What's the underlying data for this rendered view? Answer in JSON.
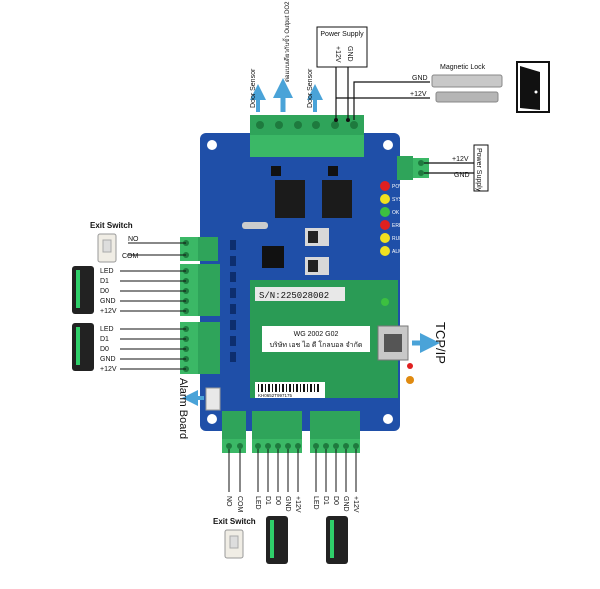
{
  "power_top": {
    "title": "Power Supply",
    "pins": [
      "+12V",
      "GND"
    ]
  },
  "power_right": {
    "title": "Power Supply",
    "pins": [
      "+12V",
      "GND"
    ]
  },
  "magnetic_lock": {
    "title": "Magnetic Lock",
    "gnd": "GND",
    "v12": "+12V"
  },
  "top_labels": {
    "door_sensor_1": "Door Sensor",
    "door_sensor_2": "Door Sensor",
    "output_do2": "ต่อแบบเดียวกับขั้ว Output DO2"
  },
  "exit_switch_left": {
    "title": "Exit Switch",
    "pins": [
      "NO",
      "COM"
    ]
  },
  "reader_1": {
    "pins": [
      "LED",
      "D1",
      "D0",
      "GND",
      "+12V"
    ]
  },
  "reader_2": {
    "pins": [
      "LED",
      "D1",
      "D0",
      "GND",
      "+12V"
    ]
  },
  "bottom": {
    "exit_switch_title": "Exit Switch",
    "exit_pins": [
      "NO",
      "COM"
    ],
    "reader_3_pins": [
      "LED",
      "D1",
      "D0",
      "GND",
      "+12V"
    ],
    "reader_4_pins": [
      "LED",
      "D1",
      "D0",
      "GND",
      "+12V"
    ]
  },
  "board": {
    "serial": "S/N:225028002",
    "model": "WG 2002 G02",
    "company": "บริษัท เอช ไอ ดี โกลบอล จำกัด",
    "barcode": "KH0652T997175",
    "leds": [
      "POWER",
      "SYS",
      "OK",
      "ERR",
      "RUN",
      "ALM"
    ]
  },
  "alarm_board": "Alarm Board",
  "tcpip": "TCP/IP",
  "colors": {
    "pcb": "#1f4fa8",
    "terminal": "#2fa45a",
    "arrow": "#4aa3d8"
  }
}
